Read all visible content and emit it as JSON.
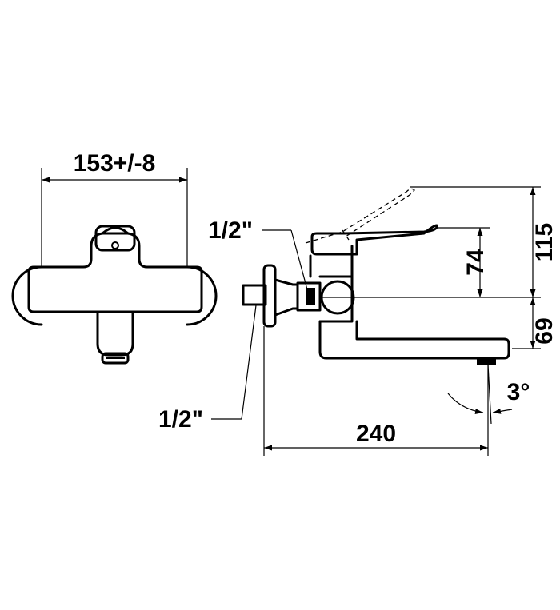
{
  "dimensions": {
    "center_distance": "153+/-8",
    "inlet_thread_top": "1/2\"",
    "inlet_thread_bottom": "1/2\"",
    "total_height": "115",
    "lever_height": "74",
    "spout_height": "69",
    "spout_reach": "240",
    "outlet_angle": "3°"
  }
}
